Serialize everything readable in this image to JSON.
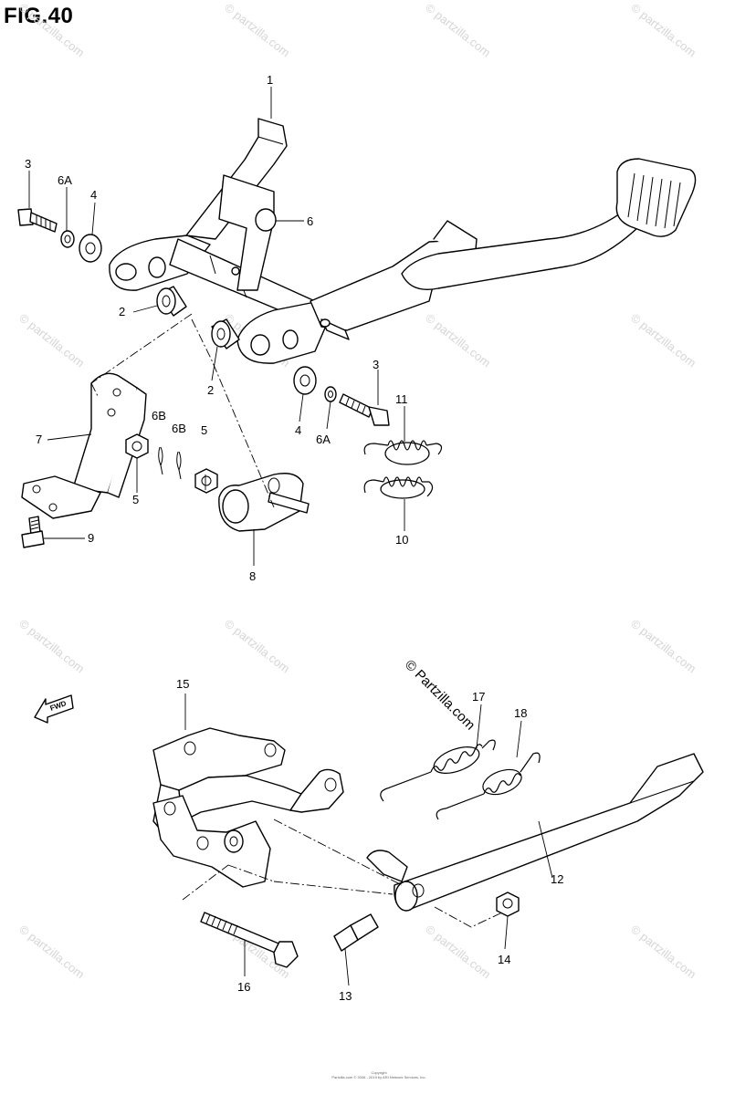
{
  "figure": {
    "title": "FIG.40"
  },
  "callouts": [
    {
      "id": "c1",
      "text": "1"
    },
    {
      "id": "c2a",
      "text": "2"
    },
    {
      "id": "c2b",
      "text": "2"
    },
    {
      "id": "c3a",
      "text": "3"
    },
    {
      "id": "c3b",
      "text": "3"
    },
    {
      "id": "c4a",
      "text": "4"
    },
    {
      "id": "c4b",
      "text": "4"
    },
    {
      "id": "c5a",
      "text": "5"
    },
    {
      "id": "c5b",
      "text": "5"
    },
    {
      "id": "c6",
      "text": "6"
    },
    {
      "id": "c6Aa",
      "text": "6A"
    },
    {
      "id": "c6Ab",
      "text": "6A"
    },
    {
      "id": "c6Ba",
      "text": "6B"
    },
    {
      "id": "c6Bb",
      "text": "6B"
    },
    {
      "id": "c7",
      "text": "7"
    },
    {
      "id": "c8",
      "text": "8"
    },
    {
      "id": "c9",
      "text": "9"
    },
    {
      "id": "c10",
      "text": "10"
    },
    {
      "id": "c11",
      "text": "11"
    },
    {
      "id": "c12",
      "text": "12"
    },
    {
      "id": "c13",
      "text": "13"
    },
    {
      "id": "c14",
      "text": "14"
    },
    {
      "id": "c15",
      "text": "15"
    },
    {
      "id": "c16",
      "text": "16"
    },
    {
      "id": "c17",
      "text": "17"
    },
    {
      "id": "c18",
      "text": "18"
    }
  ],
  "watermark": {
    "text": "© partzilla.com"
  },
  "diagonal_copyright": "© Partzilla.com",
  "forward_arrow_label": "FWD",
  "footer": {
    "line1": "Copyright",
    "line2": "Partzilla.com © 2006 - 2019 by ARI Network Services, Inc."
  }
}
